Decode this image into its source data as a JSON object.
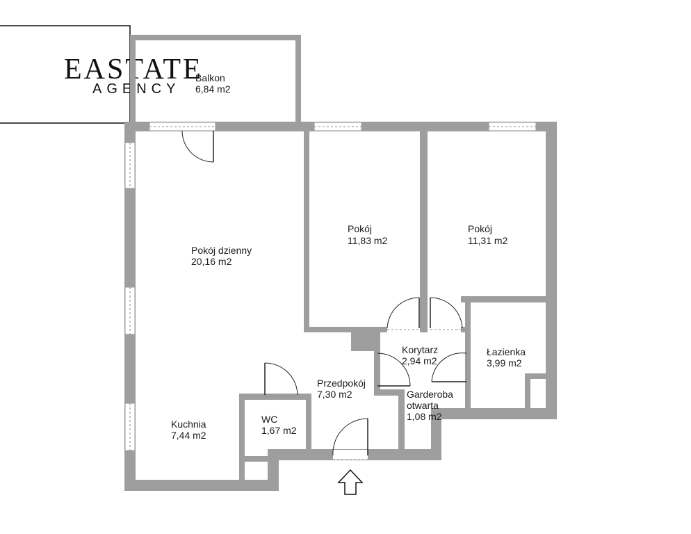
{
  "logo": {
    "main": "EASTATE",
    "sub": "AGENCY"
  },
  "rooms": [
    {
      "id": "balkon",
      "name": "Balkon",
      "area": "6,84 m2"
    },
    {
      "id": "pokoj-dzienny",
      "name": "Pokój dzienny",
      "area": "20,16 m2"
    },
    {
      "id": "pokoj-1",
      "name": "Pokój",
      "area": "11,83 m2"
    },
    {
      "id": "pokoj-2",
      "name": "Pokój",
      "area": "11,31 m2"
    },
    {
      "id": "korytarz",
      "name": "Korytarz",
      "area": "2,94 m2"
    },
    {
      "id": "lazienka",
      "name": "Łazienka",
      "area": "3,99 m2"
    },
    {
      "id": "przedpokoj",
      "name": "Przedpokój",
      "area": "7,30 m2"
    },
    {
      "id": "garderoba",
      "name": "Garderoba",
      "name2": "otwarta",
      "area": "1,08 m2"
    },
    {
      "id": "wc",
      "name": "WC",
      "area": "1,67 m2"
    },
    {
      "id": "kuchnia",
      "name": "Kuchnia",
      "area": "7,44 m2"
    }
  ],
  "colors": {
    "wall": "#9e9e9e",
    "text": "#1a1a1a",
    "background": "#ffffff"
  },
  "icons": {
    "entrance": "entrance-arrow-icon"
  }
}
